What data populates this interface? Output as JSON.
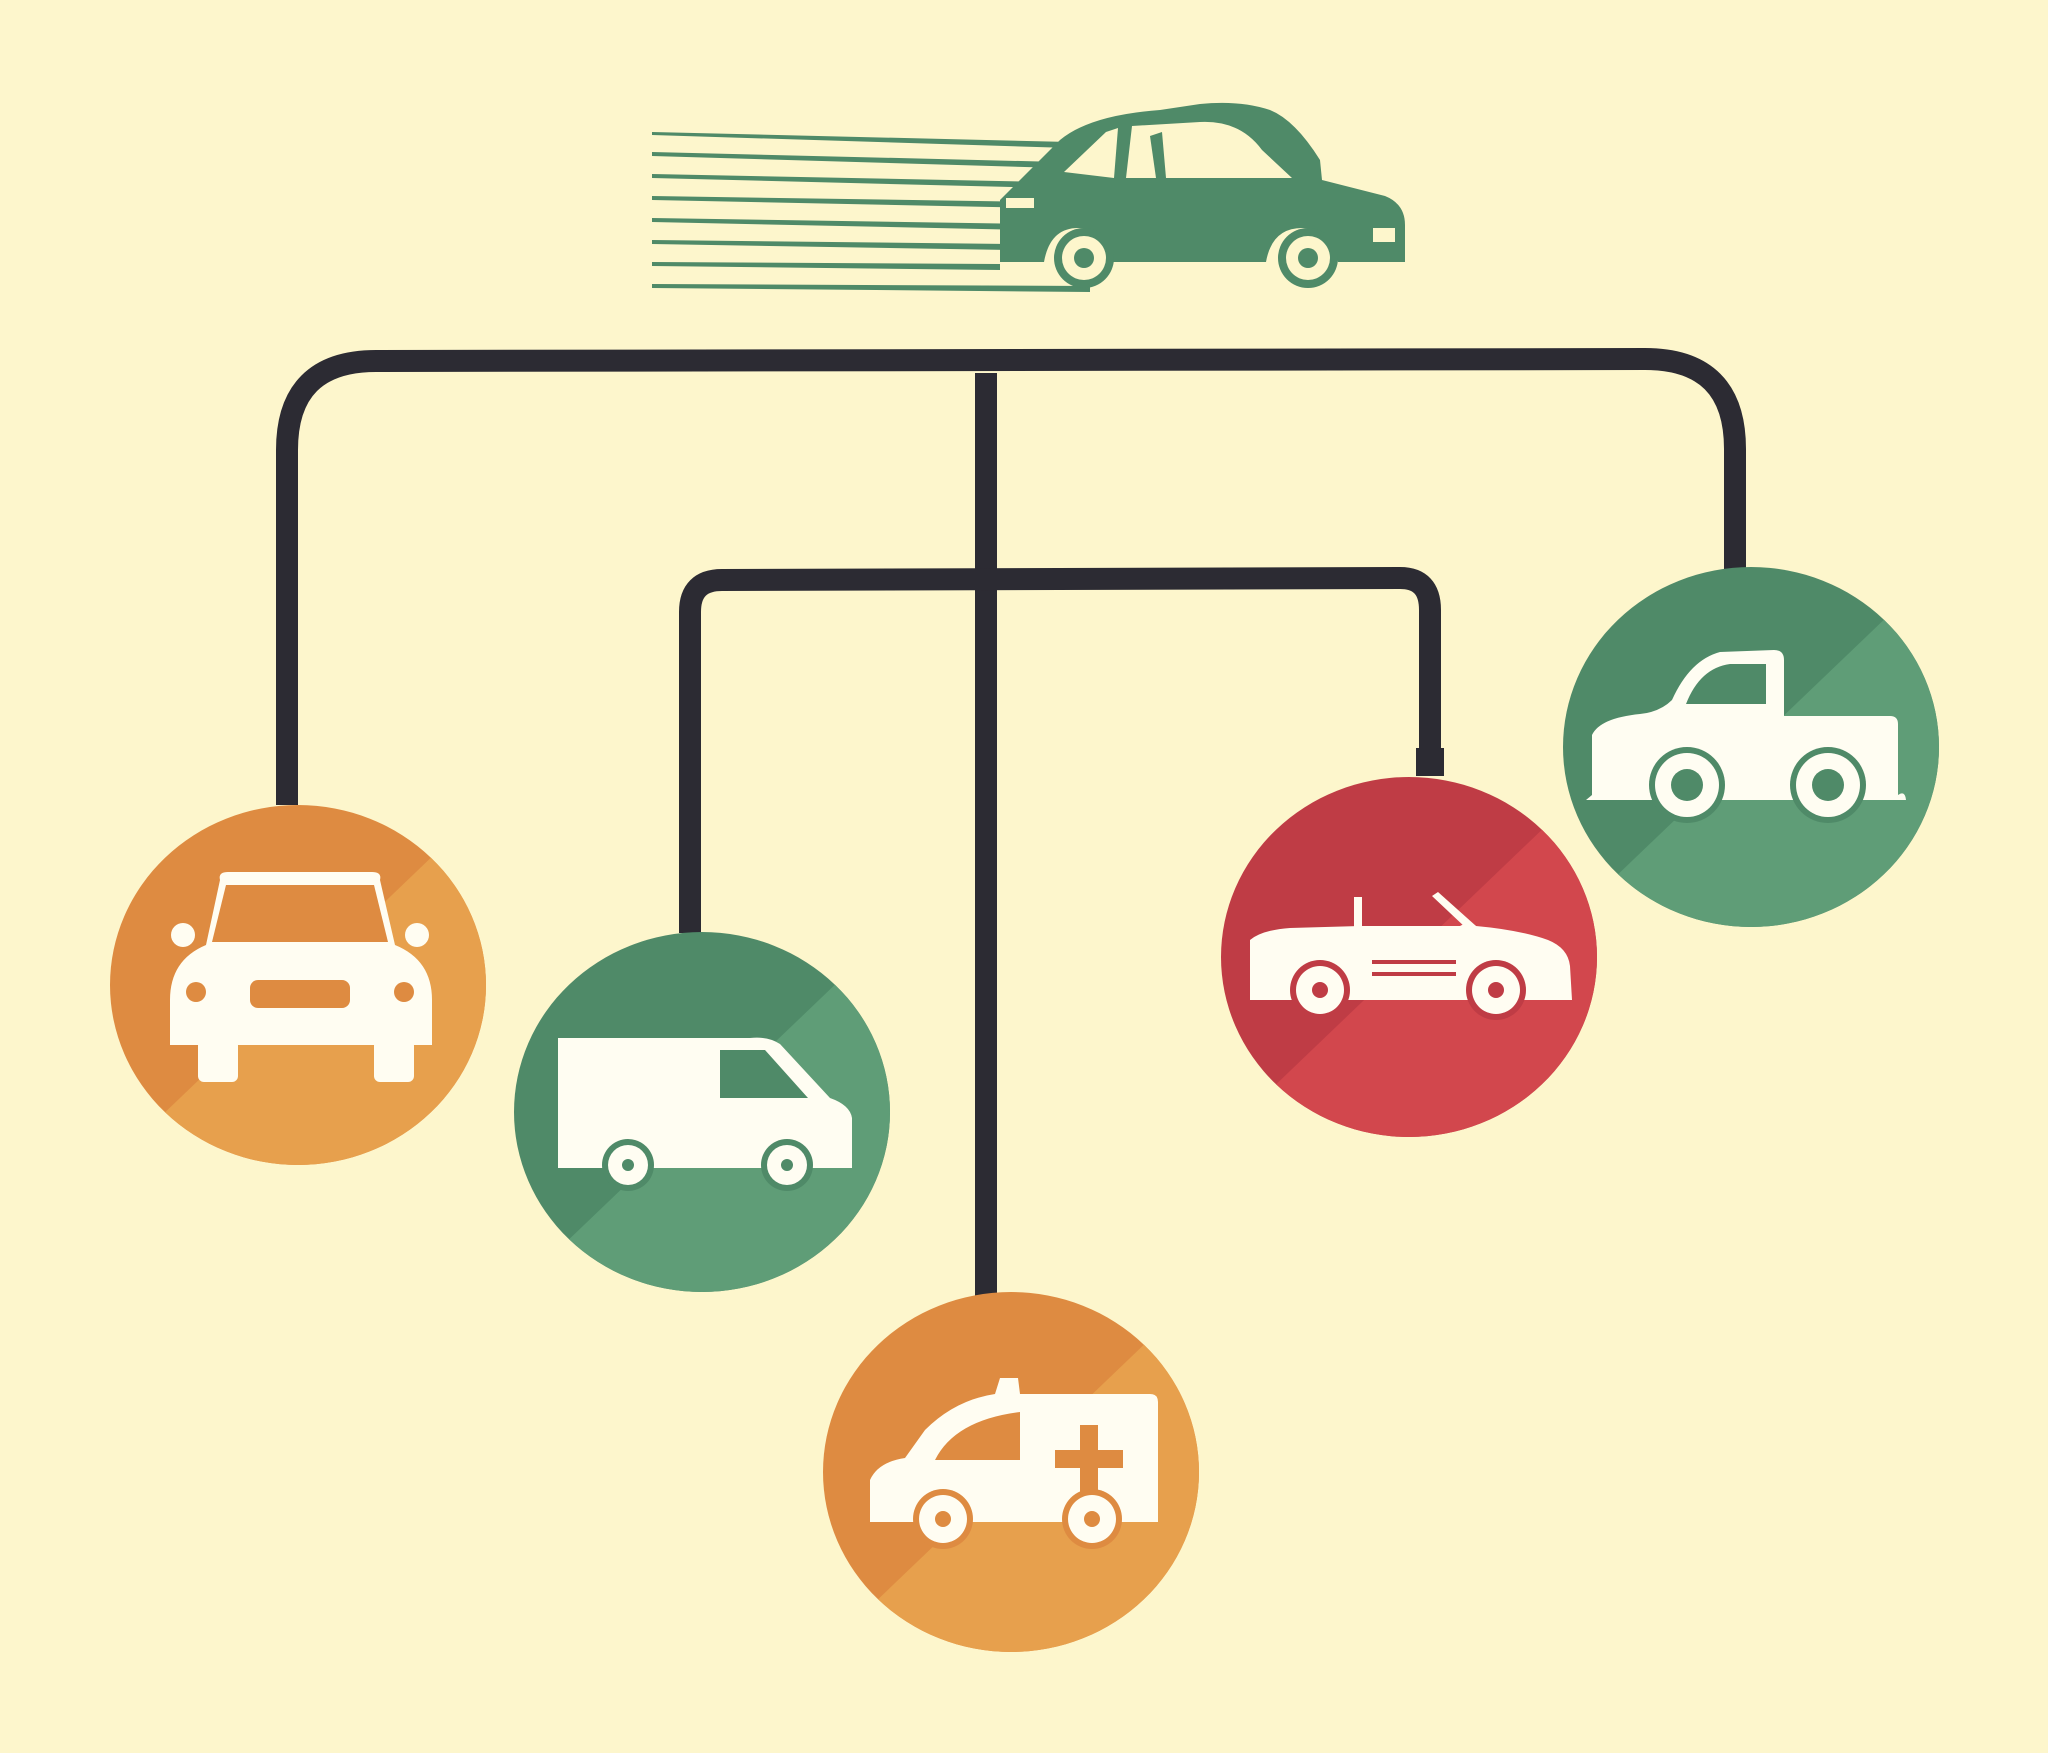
{
  "colors": {
    "background": "#fdf6cc",
    "connector": "#2c2b33",
    "icon_fill": "#fffdf2",
    "green_dark": "#4f8a68",
    "green_light": "#5f9d77",
    "orange_dark": "#de8b41",
    "orange_light": "#e7a04d",
    "red_dark": "#bf3c45",
    "red_light": "#d2474d"
  },
  "diagram": {
    "root": {
      "icon": "speeding-sedan-icon",
      "color": "green"
    },
    "nodes": [
      {
        "icon": "car-front-icon",
        "color": "orange"
      },
      {
        "icon": "delivery-van-icon",
        "color": "green"
      },
      {
        "icon": "ambulance-icon",
        "color": "orange"
      },
      {
        "icon": "convertible-icon",
        "color": "red"
      },
      {
        "icon": "pickup-truck-icon",
        "color": "green"
      }
    ]
  }
}
